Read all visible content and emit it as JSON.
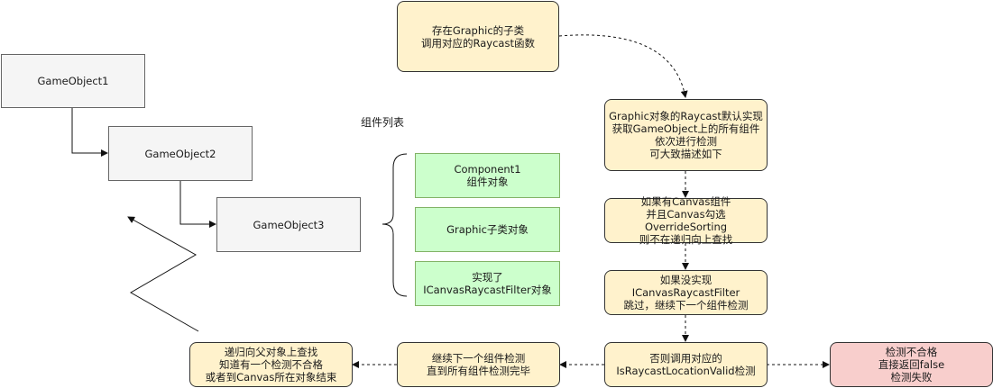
{
  "game_objects": {
    "go1": "GameObject1",
    "go2": "GameObject2",
    "go3": "GameObject3"
  },
  "component_list_label": "组件列表",
  "components": {
    "c1": "Component1\n组件对象",
    "c2": "Graphic子类对象",
    "c3": "实现了\nICanvasRaycastFilter对象"
  },
  "flow": {
    "start": "存在Graphic的子类\n调用对应的Raycast函数",
    "graphic_raycast": "Graphic对象的Raycast默认实现\n获取GameObject上的所有组件\n依次进行检测\n可大致描述如下",
    "canvas_check": "如果有Canvas组件\n并且Canvas勾选OverrideSorting\n则不在递归向上查找",
    "filter_check": "如果没实现\nICanvasRaycastFilter\n跳过，继续下一个组件检测",
    "valid_check": "否则调用对应的\nIsRaycastLocationValid检测",
    "fail": "检测不合格\n直接返回false\n检测失败",
    "next_component": "继续下一个组件检测\n直到所有组件检测完毕",
    "recurse_parent": "递归向父对象上查找\n知道有一个检测不合格\n或者到Canvas所在对象结束"
  },
  "colors": {
    "gray_fill": "#f5f5f5",
    "green_fill": "#ccffcc",
    "yellow_fill": "#fff2cc",
    "red_fill": "#f8cecc"
  }
}
